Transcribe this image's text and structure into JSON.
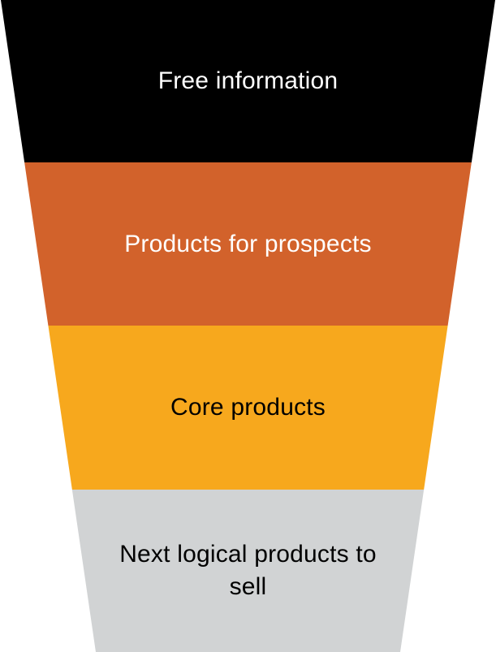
{
  "diagram": {
    "type": "funnel",
    "orientation": "top-wide",
    "funnel": {
      "segments": [
        {
          "id": "free-information",
          "label": "Free information",
          "color": "#000000",
          "text_color": "#ffffff"
        },
        {
          "id": "products-for-prospects",
          "label": "Products for prospects",
          "color": "#d2622b",
          "text_color": "#ffffff"
        },
        {
          "id": "core-products",
          "label": "Core products",
          "color": "#f7a81d",
          "text_color": "#000000"
        },
        {
          "id": "next-logical-products",
          "label": "Next logical products to sell",
          "color": "#d1d3d4",
          "text_color": "#000000"
        }
      ]
    }
  }
}
